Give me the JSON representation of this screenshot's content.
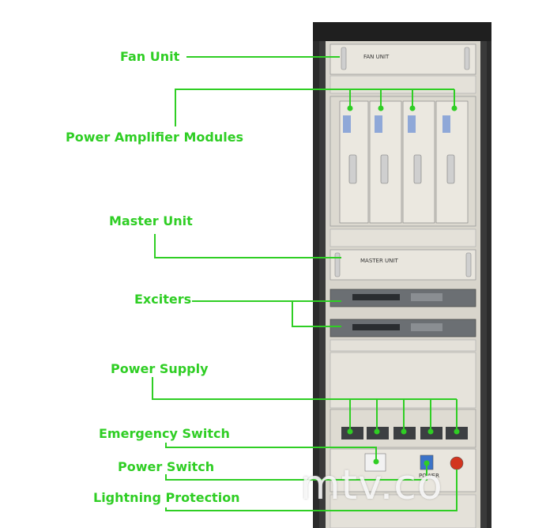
{
  "labels": {
    "fan_unit": "Fan Unit",
    "pa_modules": "Power Amplifier Modules",
    "master_unit": "Master Unit",
    "exciters": "Exciters",
    "power_supply": "Power Supply",
    "emergency_switch": "Emergency Switch",
    "power_switch": "Power Switch",
    "lightning_protection": "Lightning Protection"
  },
  "panel_text": {
    "fan_unit": "FAN UNIT",
    "master_unit": "MASTER UNIT",
    "power": "POWER"
  },
  "watermark": "mtv.co",
  "colors": {
    "accent": "#2fce24",
    "rack_frame": "#2b2b2b",
    "panel": "#e7e4dc"
  }
}
